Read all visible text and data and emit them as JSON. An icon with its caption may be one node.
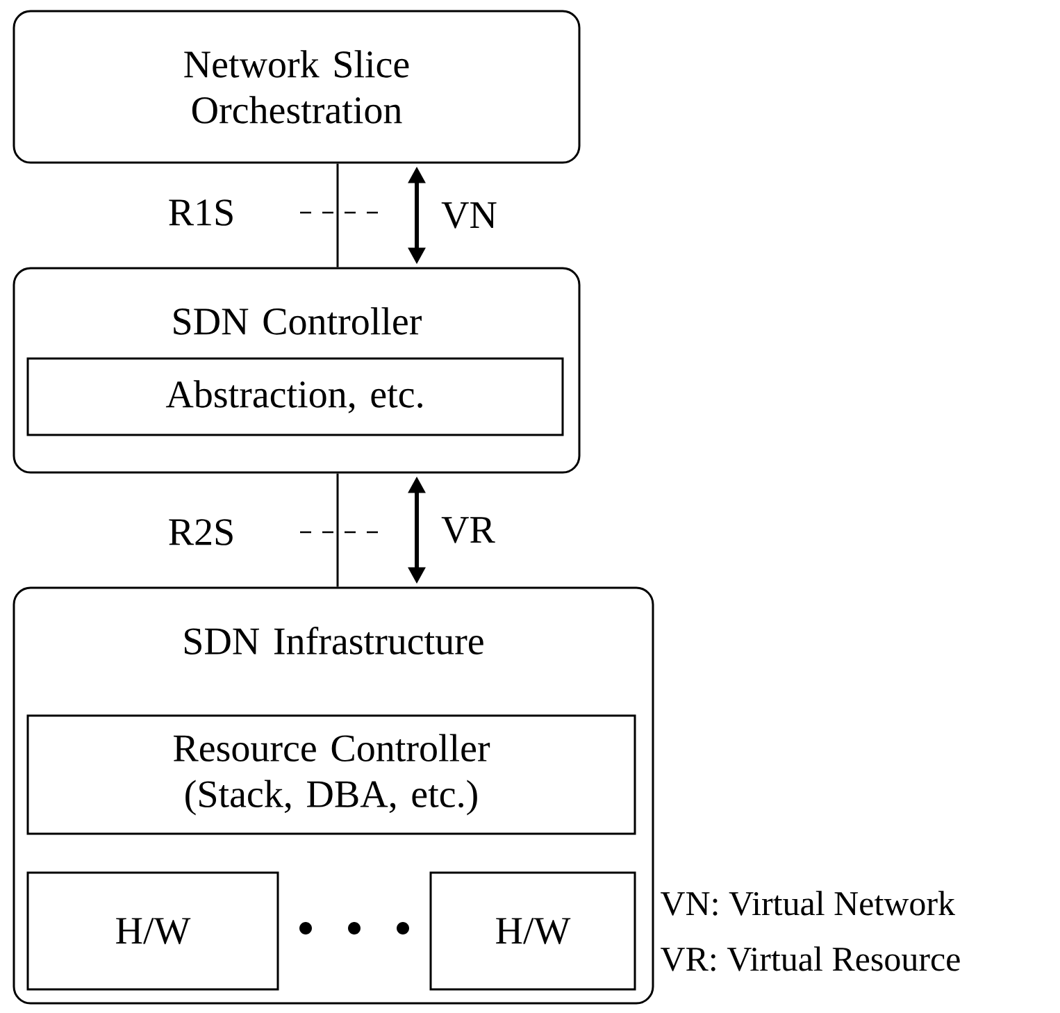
{
  "diagram": {
    "nodes": [
      {
        "text": [
          "Network Slice Orchestration"
        ]
      },
      {
        "text": [
          "SDN Controller"
        ]
      },
      {
        "text": [
          "Abstraction, etc."
        ],
        "in": 1
      },
      {
        "text": [
          "SDN Infrastructure"
        ]
      },
      {
        "text": [
          "Resource Controller (Stack, DBA, etc.)"
        ],
        "in": 3
      },
      {
        "text": [
          "H/W"
        ],
        "in": 3
      },
      {
        "text": [
          "H/W"
        ],
        "in": 3
      }
    ],
    "edges": [
      {
        "from": 0,
        "to": 1,
        "arrow": "none"
      },
      {
        "from": 0,
        "to": 1,
        "arrow": "both",
        "label": "VN",
        "style": "thick"
      },
      {
        "from": 1,
        "to": 3,
        "arrow": "none"
      },
      {
        "from": 1,
        "to": 3,
        "arrow": "both",
        "label": "VR",
        "style": "thick"
      }
    ],
    "labels": [
      "R1S",
      "R2S",
      "VN: Virtual Network",
      "VR: Virtual Resource"
    ]
  }
}
